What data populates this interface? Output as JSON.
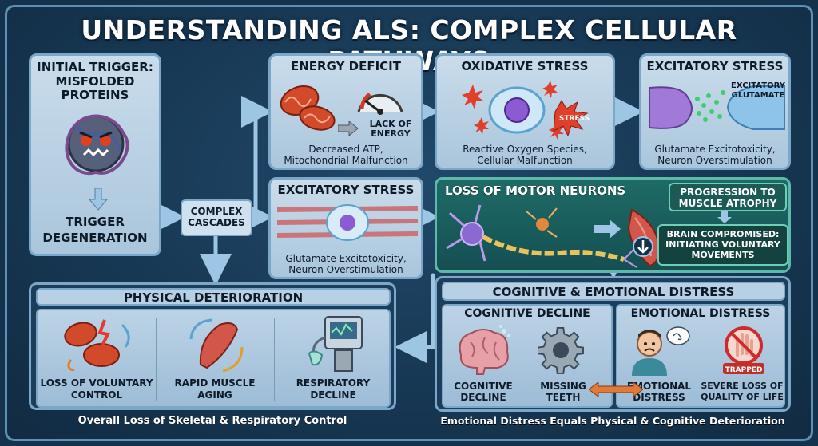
{
  "title": "UNDERSTANDING ALS: COMPLEX CELLULAR PATHWAYS",
  "initial_trigger": {
    "title_line1": "INITIAL TRIGGER:",
    "title_line2": "MISFOLDED PROTEINS",
    "caption_line1": "TRIGGER",
    "caption_line2": "DEGENERATION"
  },
  "complex_cascades": {
    "line1": "COMPLEX",
    "line2": "CASCADES"
  },
  "energy_deficit": {
    "title": "ENERGY DEFICIT",
    "lack_line1": "LACK OF",
    "lack_line2": "ENERGY",
    "caption_line1": "Decreased ATP,",
    "caption_line2": "Mitochondrial Malfunction"
  },
  "oxidative_stress": {
    "title": "OXIDATIVE STRESS",
    "badge": "STRESS",
    "caption_line1": "Reactive Oxygen Species,",
    "caption_line2": "Cellular Malfunction"
  },
  "excitatory_stress_top": {
    "title": "EXCITATORY STRESS",
    "label_line1": "EXCITATORY",
    "label_line2": "GLUTAMATE",
    "caption_line1": "Glutamate Excitotoxicity,",
    "caption_line2": "Neuron Overstimulation"
  },
  "excitatory_stress_mid": {
    "title": "EXCITATORY STRESS",
    "caption_line1": "Glutamate Excitotoxicity,",
    "caption_line2": "Neuron Overstimulation"
  },
  "motor_neurons": {
    "title": "LOSS OF MOTOR NEURONS",
    "progression_line1": "PROGRESSION TO",
    "progression_line2": "MUSCLE ATROPHY",
    "brain_line1": "BRAIN COMPROMISED:",
    "brain_line2": "INITIATING VOLUNTARY",
    "brain_line3": "MOVEMENTS"
  },
  "physical": {
    "title": "PHYSICAL DETERIORATION",
    "item1_line1": "LOSS OF VOLUNTARY",
    "item1_line2": "CONTROL",
    "item2_line1": "RAPID MUSCLE",
    "item2_line2": "AGING",
    "item3_line1": "RESPIRATORY",
    "item3_line2": "DECLINE",
    "footer": "Overall Loss of Skeletal & Respiratory Control"
  },
  "cognitive": {
    "title": "COGNITIVE & EMOTIONAL DISTRESS",
    "cog_title": "COGNITIVE DECLINE",
    "emo_title": "EMOTIONAL DISTRESS",
    "item1_line1": "COGNITIVE",
    "item1_line2": "DECLINE",
    "item2_line1": "MISSING",
    "item2_line2": "TEETH",
    "item3_line1": "EMOTIONAL",
    "item3_line2": "DISTRESS",
    "item4_line1": "SEVERE LOSS OF",
    "item4_line2": "QUALITY OF LIFE",
    "trapped": "TRAPPED",
    "footer": "Emotional Distress Equals Physical & Cognitive Deterioration"
  },
  "colors": {
    "background": "#15324c",
    "panel": "#bcd3e6",
    "border": "#7ba7c8",
    "green_panel": "#1e6b66",
    "arrow": "#9cc6e4"
  }
}
